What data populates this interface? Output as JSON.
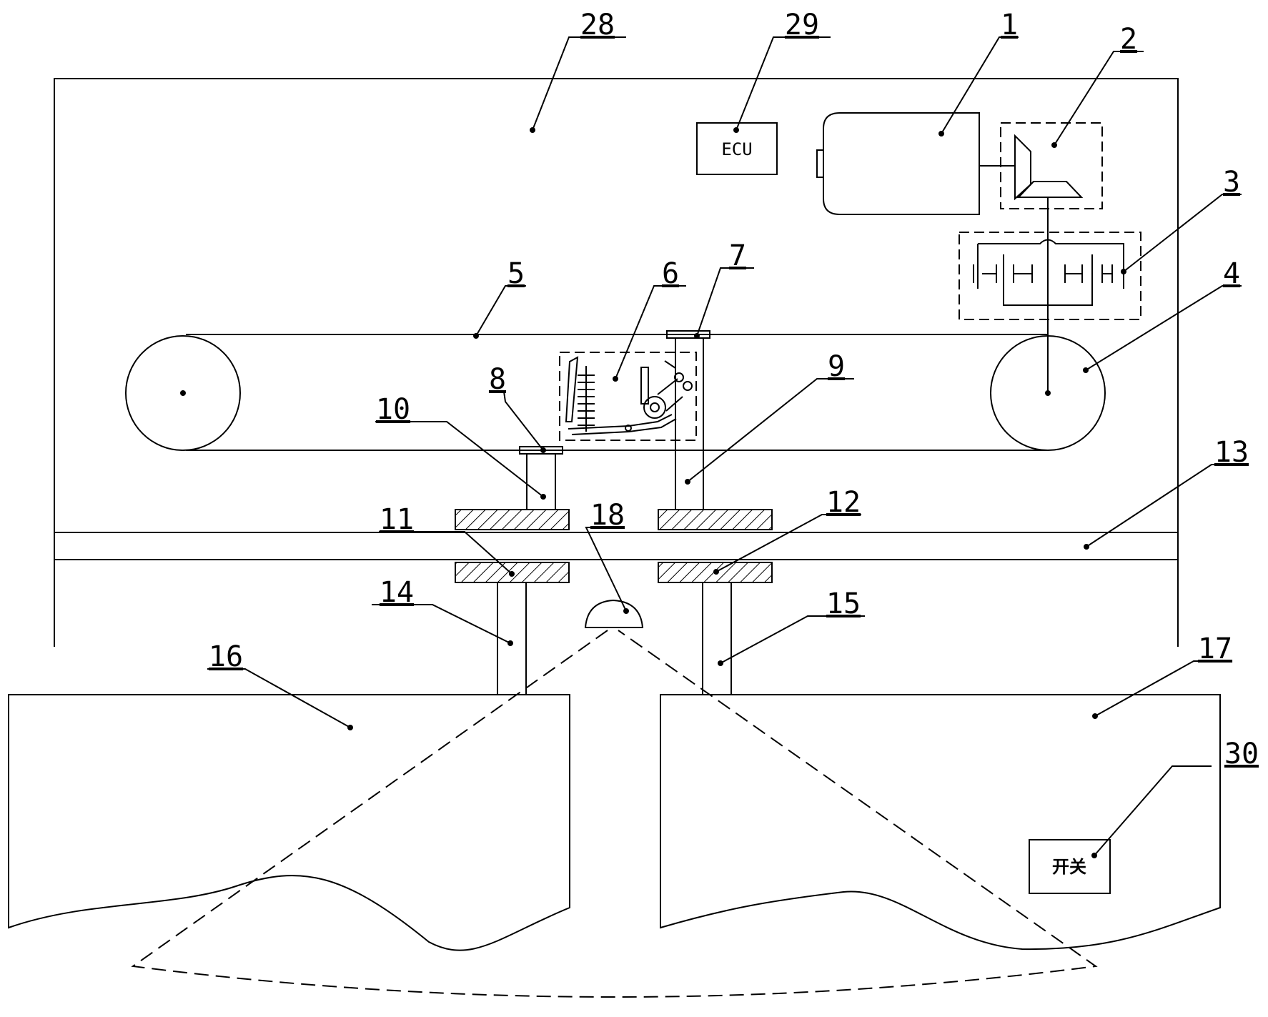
{
  "labels": {
    "n1": "1",
    "n2": "2",
    "n3": "3",
    "n4": "4",
    "n5": "5",
    "n6": "6",
    "n7": "7",
    "n8": "8",
    "n9": "9",
    "n10": "10",
    "n11": "11",
    "n12": "12",
    "n13": "13",
    "n14": "14",
    "n15": "15",
    "n16": "16",
    "n17": "17",
    "n18": "18",
    "n28": "28",
    "n29": "29",
    "n30": "30"
  },
  "boxes": {
    "ecu": "ECU",
    "switch": "开关"
  },
  "colors": {
    "line": "#000000",
    "background": "#ffffff"
  }
}
